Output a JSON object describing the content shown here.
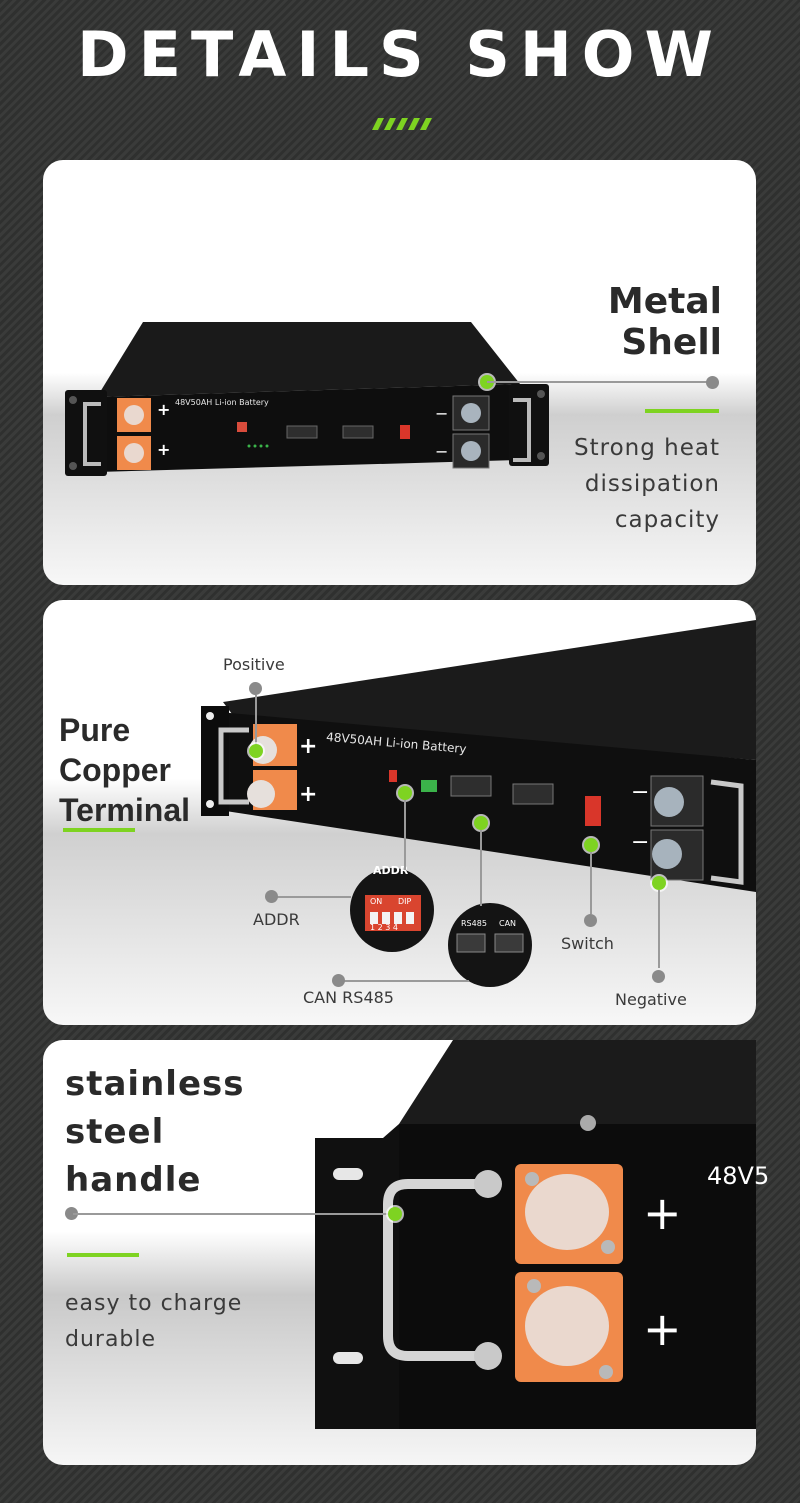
{
  "header": {
    "title": "DETAILS SHOW"
  },
  "colors": {
    "accent": "#7ed321",
    "background": "#333433",
    "device": "#121212",
    "terminal": "#f08a4b"
  },
  "panel1": {
    "title_line1": "Metal",
    "title_line2": "Shell",
    "desc_line1": "Strong heat",
    "desc_line2": "dissipation",
    "desc_line3": "capacity",
    "device_label": "48V50AH Li-ion Battery"
  },
  "panel2": {
    "title_line1": "Pure",
    "title_line2": "Copper",
    "title_line3": "Terminal",
    "positive_label": "Positive",
    "addr_label": "ADDR",
    "can_label": "CAN RS485",
    "switch_label": "Switch",
    "negative_label": "Negative",
    "device_label": "48V50AH Li-ion Battery",
    "inset_addr": "ADDR",
    "inset_on": "ON",
    "inset_dip": "DIP",
    "inset_digits": "1 2 3 4",
    "inset_rs485": "RS485",
    "inset_can": "CAN",
    "plus": "+",
    "minus": "−"
  },
  "panel3": {
    "title_line1": "stainless",
    "title_line2": "steel",
    "title_line3": "handle",
    "desc_line1": "easy to charge",
    "desc_line2": "durable",
    "device_label": "48V5",
    "plus": "+"
  }
}
